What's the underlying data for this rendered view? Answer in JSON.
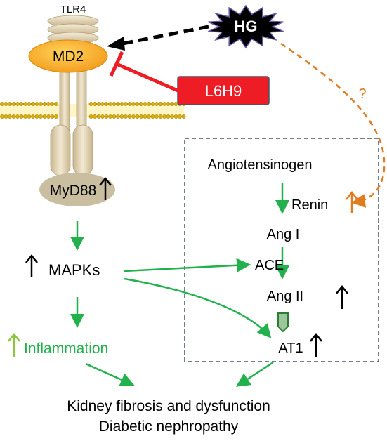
{
  "receptor": {
    "name": "TLR4",
    "coreceptor": "MD2",
    "adaptor": "MyD88"
  },
  "stimulus": "HG",
  "inhibitor": "L6H9",
  "uncertain_link": "?",
  "ras": {
    "angiotensinogen": "Angiotensinogen",
    "renin": "Renin",
    "ang1": "Ang I",
    "ace": "ACE",
    "ang2": "Ang II",
    "at1": "AT1"
  },
  "mapks": "MAPKs",
  "inflammation": "Inflammation",
  "outcomes": {
    "line1": "Kidney fibrosis and dysfunction",
    "line2": "Diabetic nephropathy"
  },
  "colors": {
    "activation_arrow": "#22b14c",
    "inhibition": "#ee1c24",
    "uncertain_arrow": "#e07b20",
    "up_arrow": "#000000",
    "inflammation_text": "#22b14c",
    "inflammation_up": "#8cc63f",
    "md2_fill": "#f7a81b",
    "l6h9_fill": "#ee1c24",
    "myd88_fill": "#c9bfa0",
    "box_border": "#44546a"
  }
}
